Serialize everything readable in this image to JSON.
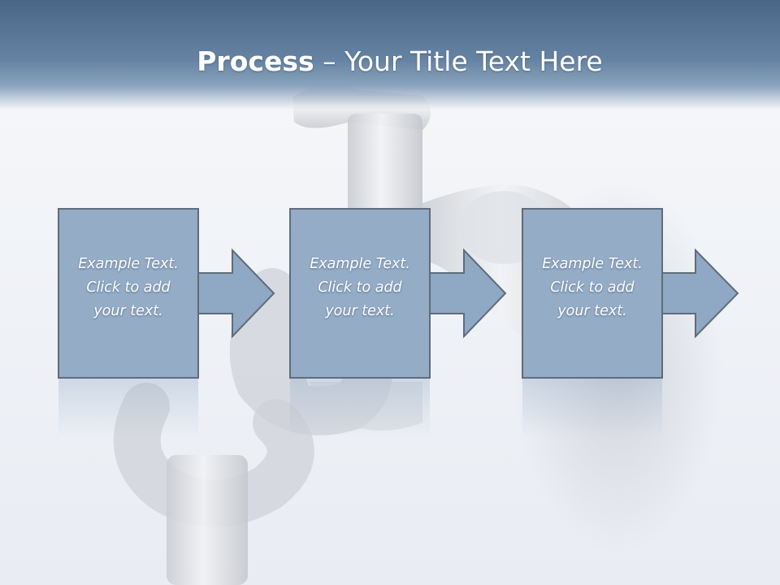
{
  "title": {
    "bold": "Process",
    "rest": " – Your Title Text Here"
  },
  "steps": [
    {
      "lines": [
        "Example Text.",
        "Click  to add",
        "your text."
      ]
    },
    {
      "lines": [
        "Example Text.",
        "Click  to add",
        "your text."
      ]
    },
    {
      "lines": [
        "Example Text.",
        "Click  to add",
        "your text."
      ]
    }
  ],
  "colors": {
    "title_bar": "#4a6686",
    "box_fill": "#94acc6",
    "box_border": "#5f6c7c",
    "arrow_fill": "#8fa8c3"
  }
}
